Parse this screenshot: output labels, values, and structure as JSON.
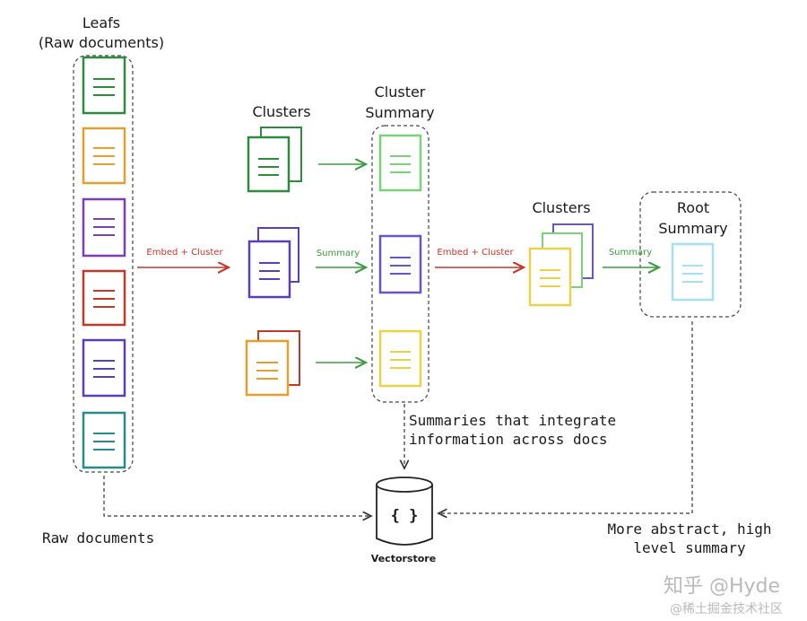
{
  "leafs_label": [
    "Leafs",
    "(Raw documents)"
  ],
  "clusters_label": "Clusters",
  "cluster_summary_label": [
    "Cluster",
    "Summary"
  ],
  "clusters2_label": "Clusters",
  "root_summary_label": [
    "Root",
    "Summary"
  ],
  "edge_labels": {
    "embed_cluster_1": "Embed + Cluster",
    "summary_1": "Summary",
    "embed_cluster_2": "Embed + Cluster",
    "summary_2": "Summary"
  },
  "annotations": {
    "summaries_note": [
      "Summaries that integrate",
      "information across docs"
    ],
    "raw_documents": "Raw documents",
    "abstract_note": [
      "More abstract, high",
      "level summary"
    ]
  },
  "vectorstore": {
    "label": "Vectorstore",
    "icon_text": "{ }"
  },
  "watermark": {
    "line1": "知乎 @Hyde",
    "line2": "@稀土掘金技术社区"
  },
  "colors": {
    "green": "#2e8b3e",
    "orange": "#e0a030",
    "purple": "#7b3fb0",
    "red": "#c0392b",
    "blue_purple": "#5b3fb5",
    "teal": "#2a8a8a",
    "light_green": "#7cd07c",
    "indigo": "#6a55c8",
    "yellow": "#e8d24a",
    "light_blue": "#a8dff0",
    "arrow_red": "#c0392b",
    "arrow_green": "#3f9a45"
  }
}
